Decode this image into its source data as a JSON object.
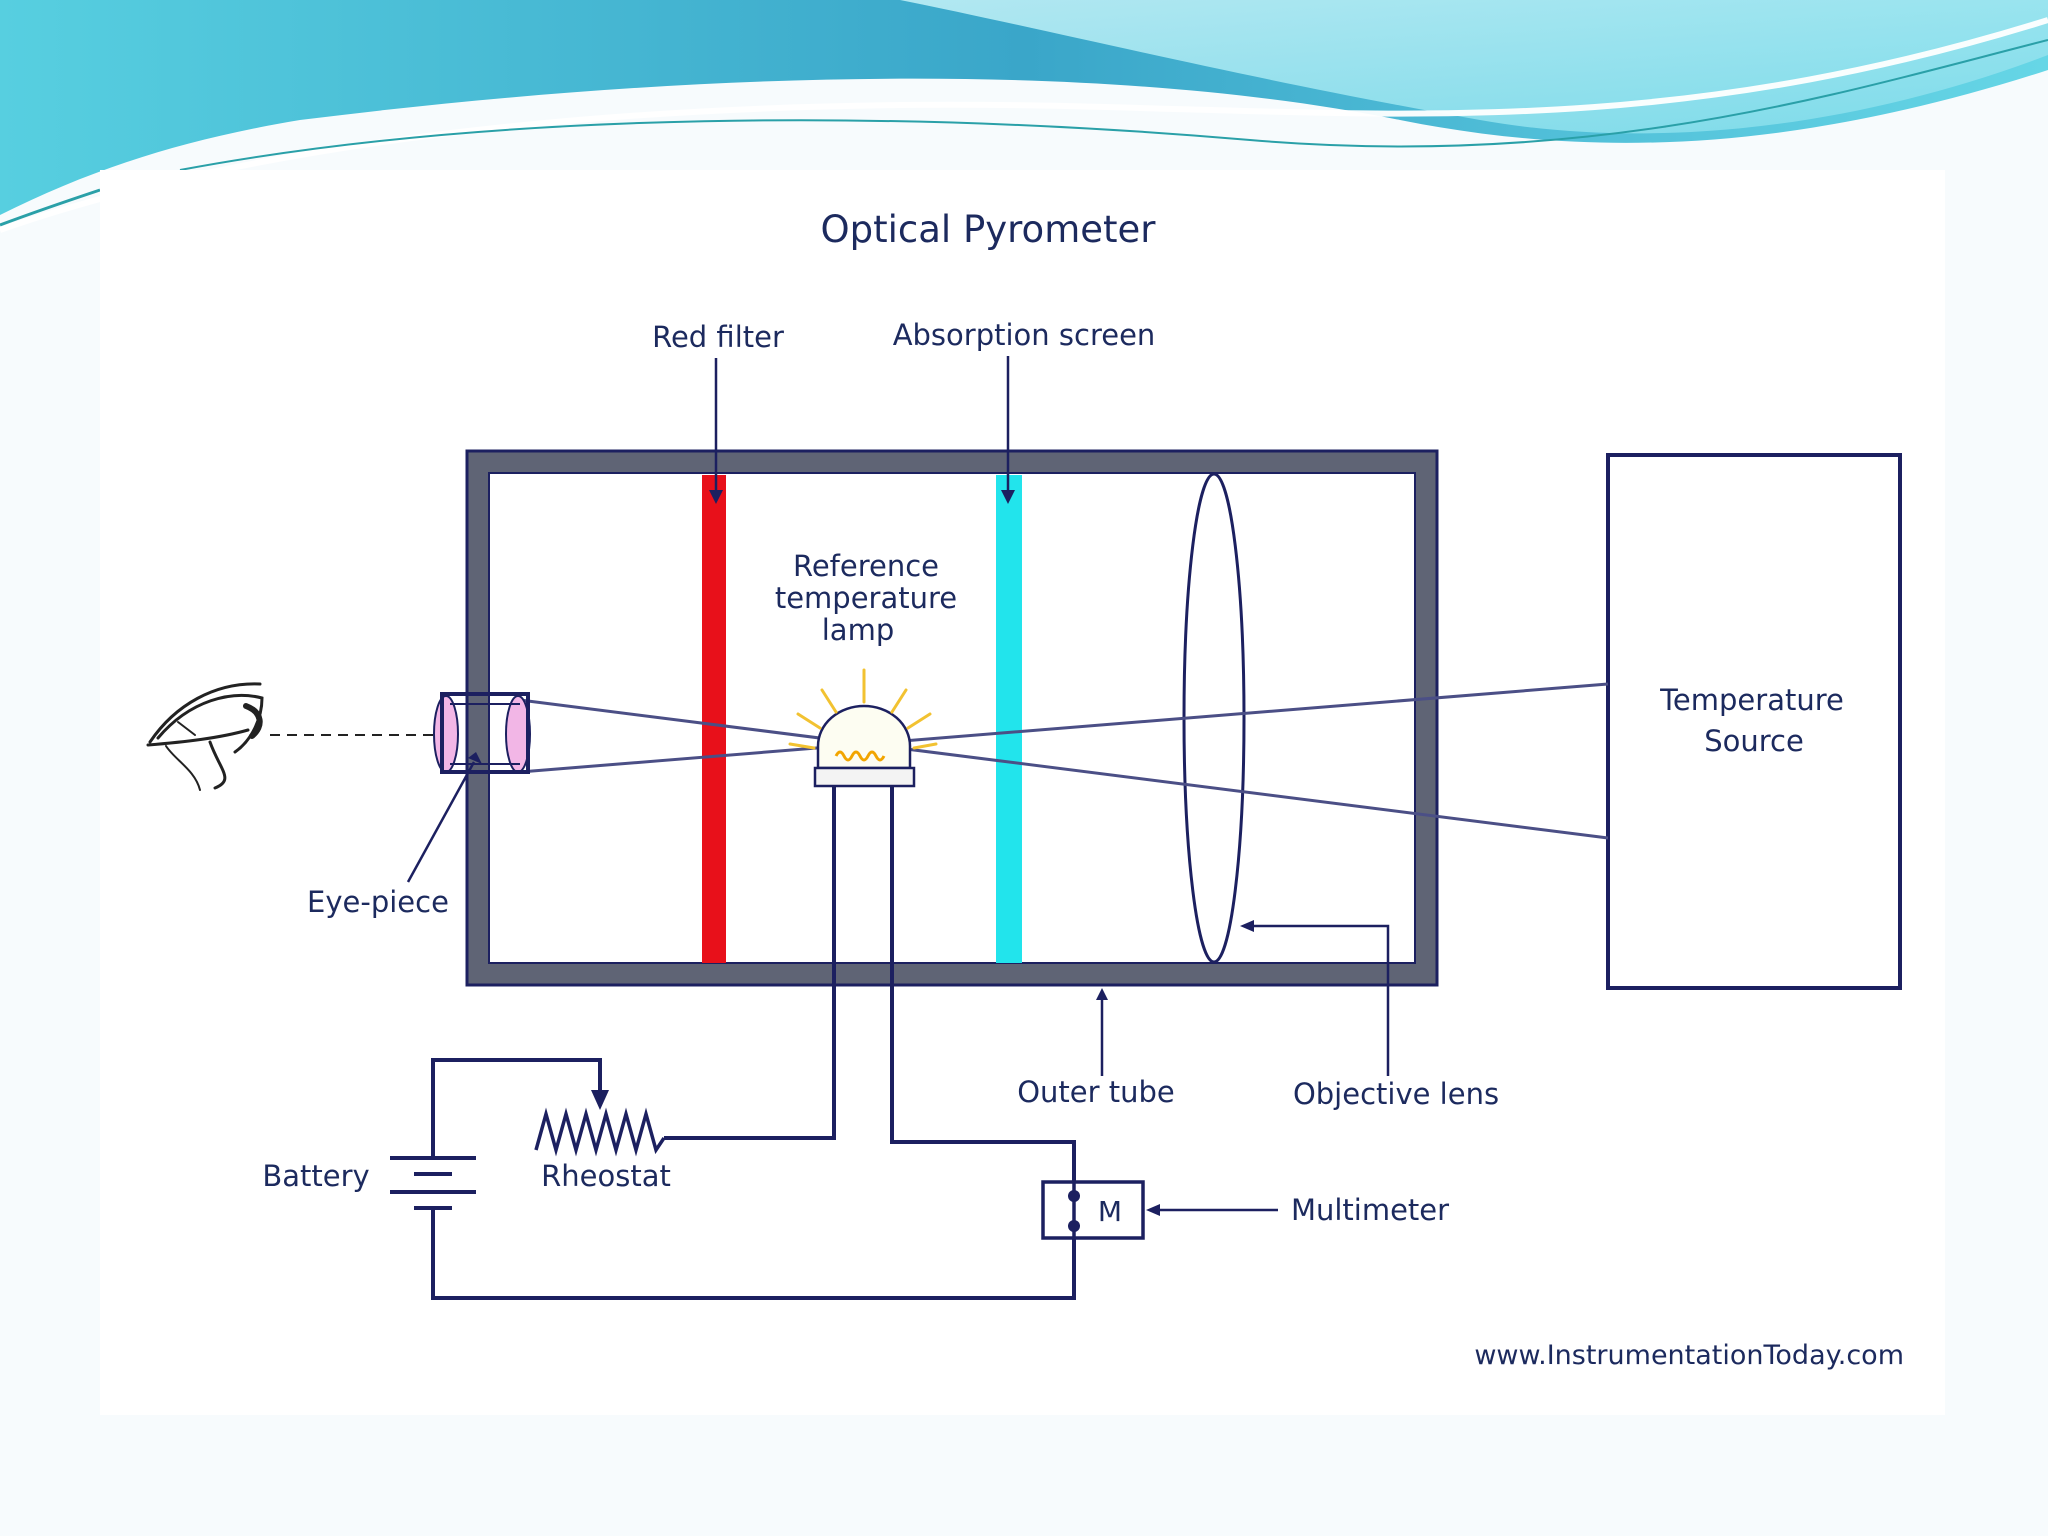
{
  "slide": {
    "title": "Optical Pyrometer",
    "footer_url": "www.InstrumentationToday.com"
  },
  "labels": {
    "red_filter": "Red filter",
    "absorption_screen": "Absorption screen",
    "reference_lamp_line1": "Reference",
    "reference_lamp_line2": "temperature",
    "reference_lamp_line3": "lamp",
    "temperature_source_line1": "Temperature",
    "temperature_source_line2": "Source",
    "eye_piece": "Eye-piece",
    "outer_tube": "Outer tube",
    "objective_lens": "Objective lens",
    "battery": "Battery",
    "rheostat": "Rheostat",
    "multimeter": "Multimeter",
    "meter_symbol": "M"
  },
  "colors": {
    "header_teal": "#4fc3d9",
    "header_blue": "#2f8fb8",
    "outer_tube": "#5f6475",
    "red_filter": "#e8101a",
    "absorption_screen": "#22e4ec",
    "eyepiece_lens": "#f2b6e6",
    "lamp_coil": "#f2a500",
    "line_navy": "#1c2060"
  },
  "icons": {
    "eye": "eye-icon",
    "lamp": "lamp-icon",
    "battery": "battery-icon",
    "rheostat": "rheostat-icon"
  }
}
